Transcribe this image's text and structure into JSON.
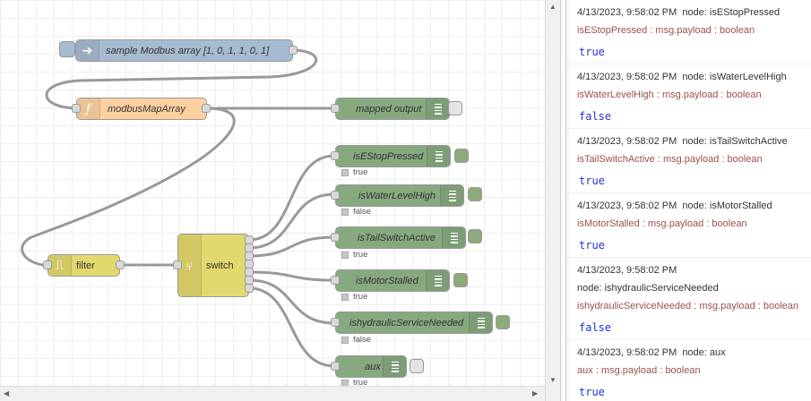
{
  "colors": {
    "inject": "#a6bbcf",
    "function": "#fdd0a2",
    "filter_switch": "#e2d96e",
    "debug": "#87a980",
    "wire": "#999999",
    "msg_value": "#2033d6",
    "msg_topic": "#9c4f4f"
  },
  "flow": {
    "inject": {
      "label": "sample Modbus array [1, 0, 1, 1, 0, 1]",
      "icon": "arrow-right-icon"
    },
    "function": {
      "label": "modbusMapArray",
      "icon": "function-icon"
    },
    "filter": {
      "label": "filter",
      "icon": "filter-icon"
    },
    "switch": {
      "label": "switch",
      "icon": "switch-icon"
    },
    "mapped_output": {
      "label": "mapped output",
      "icon": "debug-icon"
    },
    "outputs": [
      {
        "label": "isEStopPressed",
        "status": "true",
        "enabled": true
      },
      {
        "label": "isWaterLevelHigh",
        "status": "false",
        "enabled": true
      },
      {
        "label": "isTailSwitchActive",
        "status": "true",
        "enabled": true
      },
      {
        "label": "isMotorStalled",
        "status": "true",
        "enabled": true
      },
      {
        "label": "ishydraulicServiceNeeded",
        "status": "false",
        "enabled": true
      },
      {
        "label": "aux",
        "status": "true",
        "enabled": false
      }
    ]
  },
  "debug_messages": [
    {
      "time": "4/13/2023, 9:58:02 PM",
      "node": "node: isEStopPressed",
      "topic": "isEStopPressed : msg.payload : boolean",
      "value": "true"
    },
    {
      "time": "4/13/2023, 9:58:02 PM",
      "node": "node: isWaterLevelHigh",
      "topic": "isWaterLevelHigh : msg.payload : boolean",
      "value": "false"
    },
    {
      "time": "4/13/2023, 9:58:02 PM",
      "node": "node: isTailSwitchActive",
      "topic": "isTailSwitchActive : msg.payload : boolean",
      "value": "true"
    },
    {
      "time": "4/13/2023, 9:58:02 PM",
      "node": "node: isMotorStalled",
      "topic": "isMotorStalled : msg.payload : boolean",
      "value": "true"
    },
    {
      "time": "4/13/2023, 9:58:02 PM",
      "node": "node: ishydraulicServiceNeeded",
      "topic": "ishydraulicServiceNeeded : msg.payload : boolean",
      "value": "false"
    },
    {
      "time": "4/13/2023, 9:58:02 PM",
      "node": "node: aux",
      "topic": "aux : msg.payload : boolean",
      "value": "true"
    }
  ],
  "scroll": {
    "up": "▲",
    "down": "▼",
    "left": "◀",
    "right": "▶"
  }
}
